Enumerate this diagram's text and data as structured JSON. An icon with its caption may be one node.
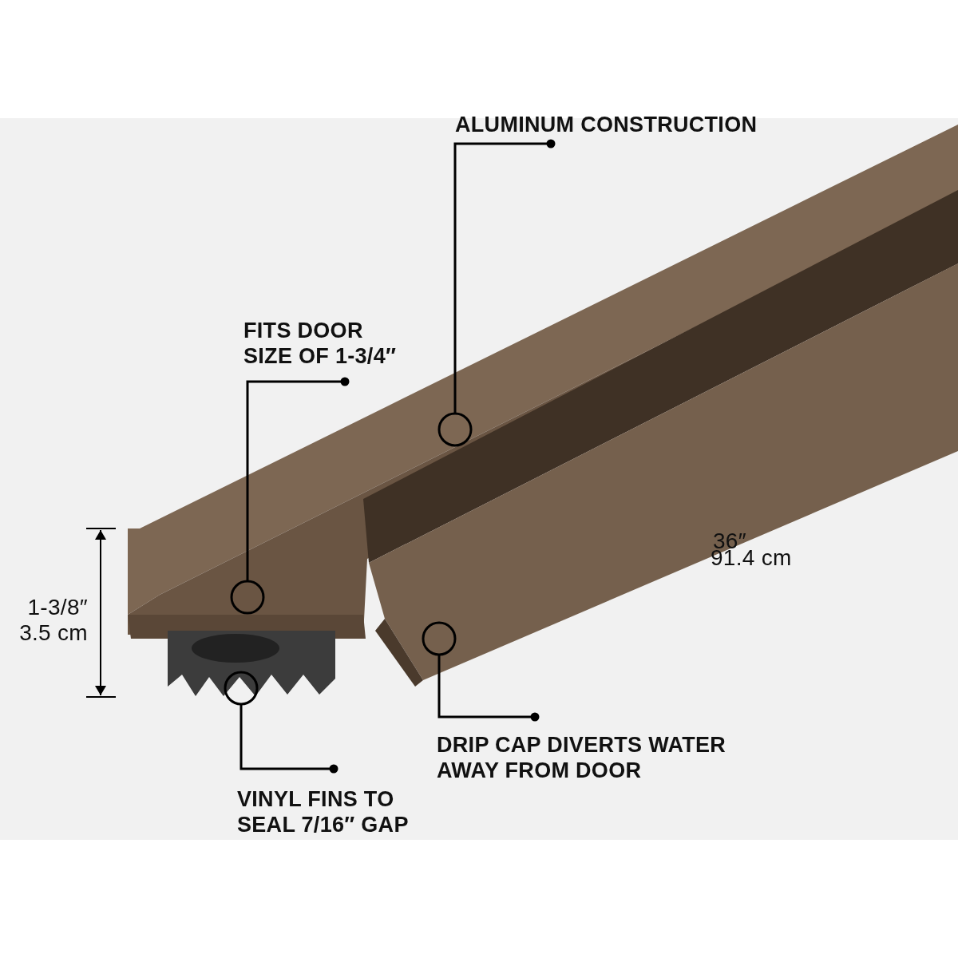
{
  "diagram": {
    "nodes": [
      {
        "text": [
          "ALUMINUM CONSTRUCTION"
        ]
      },
      {
        "text": [],
        "shape": "circle"
      },
      {
        "text": [
          "FITS DOOR SIZE OF 1-3/4″"
        ]
      },
      {
        "text": [],
        "shape": "circle"
      },
      {
        "text": [
          "VINYL FINS TO SEAL 7/16″ GAP"
        ]
      },
      {
        "text": [],
        "shape": "circle"
      },
      {
        "text": [
          "DRIP CAP DIVERTS WATER AWAY FROM DOOR"
        ]
      },
      {
        "text": [],
        "shape": "circle"
      }
    ],
    "edges": [
      {
        "from": 0,
        "to": 1,
        "arrow": "other"
      },
      {
        "from": 2,
        "to": 3,
        "arrow": "other"
      },
      {
        "from": 4,
        "to": 5,
        "arrow": "other"
      },
      {
        "from": 6,
        "to": 7,
        "arrow": "other"
      }
    ],
    "labels": [
      "36″",
      "91.4 cm",
      "1-3/8″",
      "3.5 cm"
    ]
  }
}
